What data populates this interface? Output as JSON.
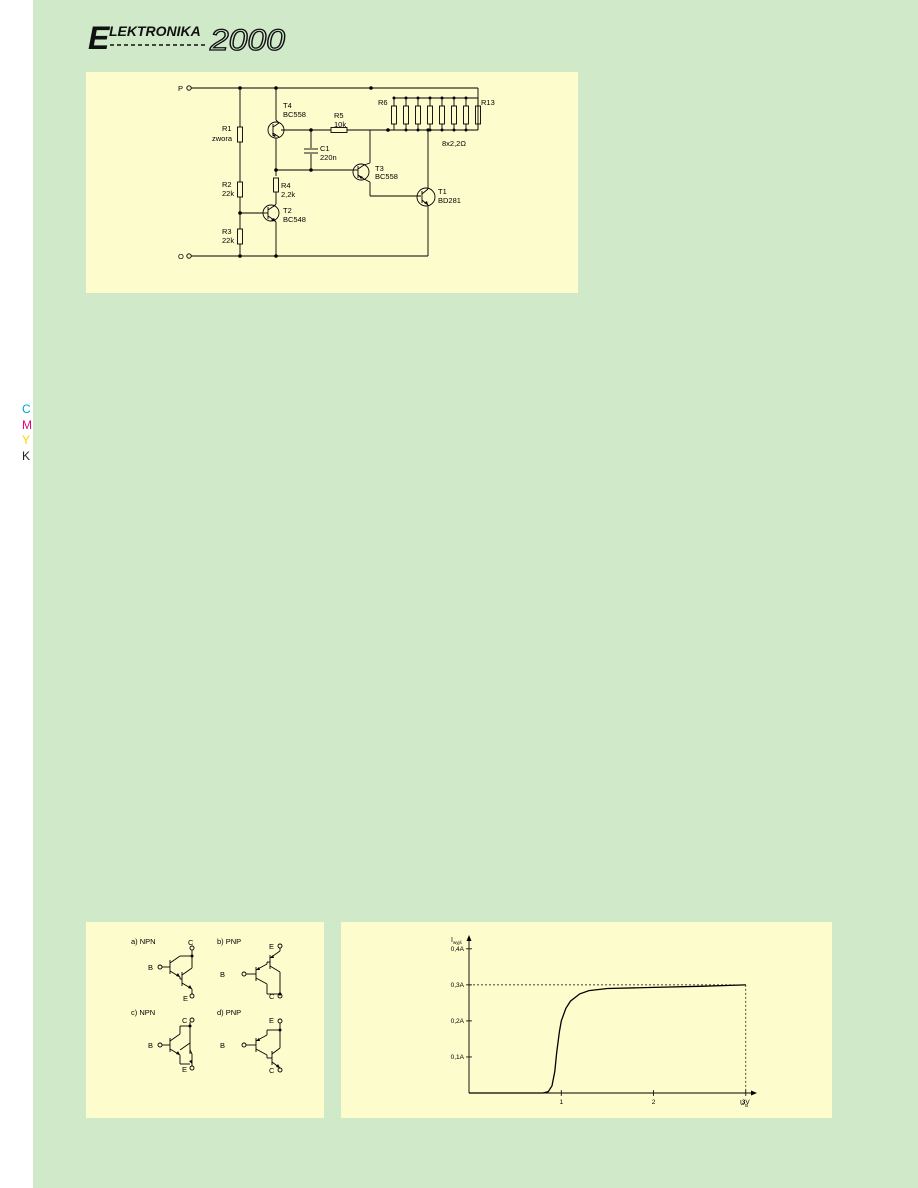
{
  "magazine": {
    "logo_text": "ELEKTRONIKA 2000"
  },
  "print_marks": {
    "c": "C",
    "m": "M",
    "y": "Y",
    "k": "K",
    "colors": {
      "c": "#00a0e0",
      "m": "#e6007e",
      "y": "#ffd400",
      "k": "#222222"
    }
  },
  "colors": {
    "page_bg": "#cfe9c9",
    "panel_bg": "#fdfccd",
    "line": "#000000"
  },
  "schematic": {
    "terminal_p": "P",
    "terminal_o": "O",
    "r1_name": "R1",
    "r1_value": "zwora",
    "r2_name": "R2",
    "r2_value": "22k",
    "r3_name": "R3",
    "r3_value": "22k",
    "r4_name": "R4",
    "r4_value": "2,2k",
    "r5_name": "R5",
    "r5_value": "10k",
    "r6_name": "R6",
    "r13_name": "R13",
    "bank_value": "8x2,2Ω",
    "c1_name": "C1",
    "c1_value": "220n",
    "t1_name": "T1",
    "t1_type": "BD281",
    "t2_name": "T2",
    "t2_type": "BC548",
    "t3_name": "T3",
    "t3_type": "BC558",
    "t4_name": "T4",
    "t4_type": "BC558"
  },
  "darlington": {
    "a_label": "a)  NPN",
    "b_label": "b)  PNP",
    "c_label": "c)  NPN",
    "d_label": "d)  PNP",
    "pins": {
      "b": "B",
      "c": "C",
      "e": "E"
    }
  },
  "chart_data": {
    "type": "line",
    "ylabel_main": "I",
    "ylabel_sub": "wyjś",
    "xlabel_main": "U",
    "xlabel_sub": "B",
    "x_ticks": [
      {
        "v": 1,
        "label": "1"
      },
      {
        "v": 2,
        "label": "2"
      },
      {
        "v": 3,
        "label": "3V"
      }
    ],
    "y_ticks": [
      {
        "v": 0.1,
        "label": "0,1A"
      },
      {
        "v": 0.2,
        "label": "0,2A"
      },
      {
        "v": 0.3,
        "label": "0,3A"
      },
      {
        "v": 0.4,
        "label": "0,4A"
      }
    ],
    "xlim": [
      0,
      3.1
    ],
    "ylim": [
      0,
      0.43
    ],
    "x": [
      0,
      0.5,
      0.8,
      0.86,
      0.9,
      0.93,
      0.95,
      0.98,
      1.0,
      1.05,
      1.1,
      1.2,
      1.3,
      1.5,
      2.0,
      2.5,
      3.0
    ],
    "y": [
      0,
      0,
      0,
      0.004,
      0.02,
      0.06,
      0.11,
      0.17,
      0.2,
      0.235,
      0.255,
      0.275,
      0.284,
      0.29,
      0.293,
      0.296,
      0.3
    ],
    "reference_level": 0.3,
    "reference_x": 3.0,
    "grid": false
  }
}
